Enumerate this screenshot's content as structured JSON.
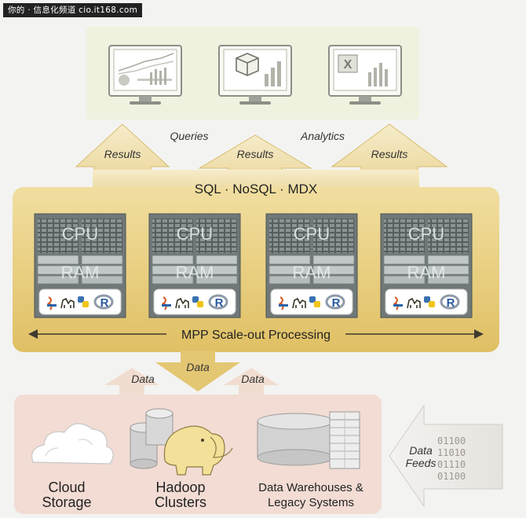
{
  "watermark": "你的 · 信息化频道 cio.it168.com",
  "top_labels": {
    "queries": "Queries",
    "analytics": "Analytics"
  },
  "results_label": "Results",
  "query_languages": "SQL · NoSQL · MDX",
  "server": {
    "cpu_label": "CPU",
    "ram_label": "RAM"
  },
  "server_icons": [
    "java-icon",
    "camel-icon",
    "python-icon",
    "r-icon"
  ],
  "mpp_label": "MPP Scale-out Processing",
  "data_label": "Data",
  "sources": [
    {
      "line1": "Cloud",
      "line2": "Storage"
    },
    {
      "line1": "Hadoop",
      "line2": "Clusters"
    },
    {
      "line1": "Data Warehouses &",
      "line2": "Legacy Systems"
    }
  ],
  "data_feeds": {
    "line1": "Data",
    "line2": "Feeds"
  },
  "binary_lines": [
    "01100",
    "11010",
    "01110",
    "01100"
  ],
  "colors": {
    "gold": "#e4c773",
    "gold_dark": "#c6a548",
    "top_panel": "#eef2de",
    "bottom_panel": "#f2dcd4",
    "feed_arrow": "#eeebe8"
  }
}
